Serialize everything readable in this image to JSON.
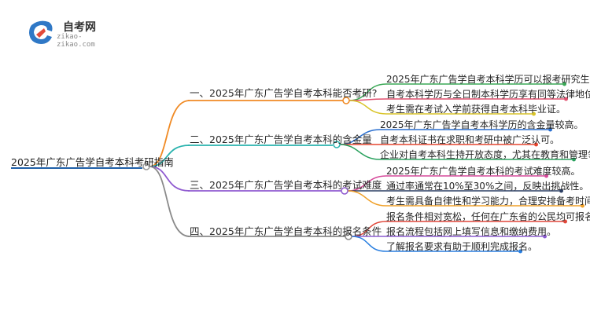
{
  "logo": {
    "title": "自考网",
    "subtitle": "zikao-zikao.com"
  },
  "root": {
    "label": "2025年广东广告学自考本科考研指南",
    "color": "#1f5fa8"
  },
  "branches": [
    {
      "label": "一、2025年广东广告学自考本科能否考研?",
      "color": "#f08a24",
      "leaves": [
        {
          "label": "2025年广东广告学自考本科学历可以报考研究生。",
          "color": "#3aa856"
        },
        {
          "label": "自考本科学历与全日制本科学历享有同等法律地位。",
          "color": "#e0506f"
        },
        {
          "label": "考生需在考试入学前获得自考本科毕业证。",
          "color": "#d9c429"
        }
      ]
    },
    {
      "label": "二、2025年广东广告学自考本科的含金量",
      "color": "#2ab3ae",
      "leaves": [
        {
          "label": "2025年广东广告学自考本科学历的含金量较高。",
          "color": "#2a6fcf"
        },
        {
          "label": "自考本科证书在求职和考研中被广泛认可。",
          "color": "#e6452f"
        },
        {
          "label": "企业对自考本科生持开放态度，尤其在教育和管理领域。",
          "color": "#2aa15e"
        }
      ]
    },
    {
      "label": "三、2025年广东广告学自考本科的考试难度",
      "color": "#8f5ad0",
      "leaves": [
        {
          "label": "2025年广东广告学自考本科的考试难度较高。",
          "color": "#d6489a"
        },
        {
          "label": "通过率通常在10%至30%之间，反映出挑战性。",
          "color": "#2c3e63"
        },
        {
          "label": "考生需具备自律性和学习能力，合理安排备考时间。",
          "color": "#f0a028"
        }
      ]
    },
    {
      "label": "四、2025年广东广告学自考本科的报名条件",
      "color": "#8a8a8a",
      "leaves": [
        {
          "label": "报名条件相对宽松，任何在广东省的公民均可报名。",
          "color": "#e0473a"
        },
        {
          "label": "报名流程包括网上填写信息和缴纳费用。",
          "color": "#8b5bd1"
        },
        {
          "label": "了解报名要求有助于顺利完成报名。",
          "color": "#2a7fe0"
        }
      ]
    }
  ]
}
